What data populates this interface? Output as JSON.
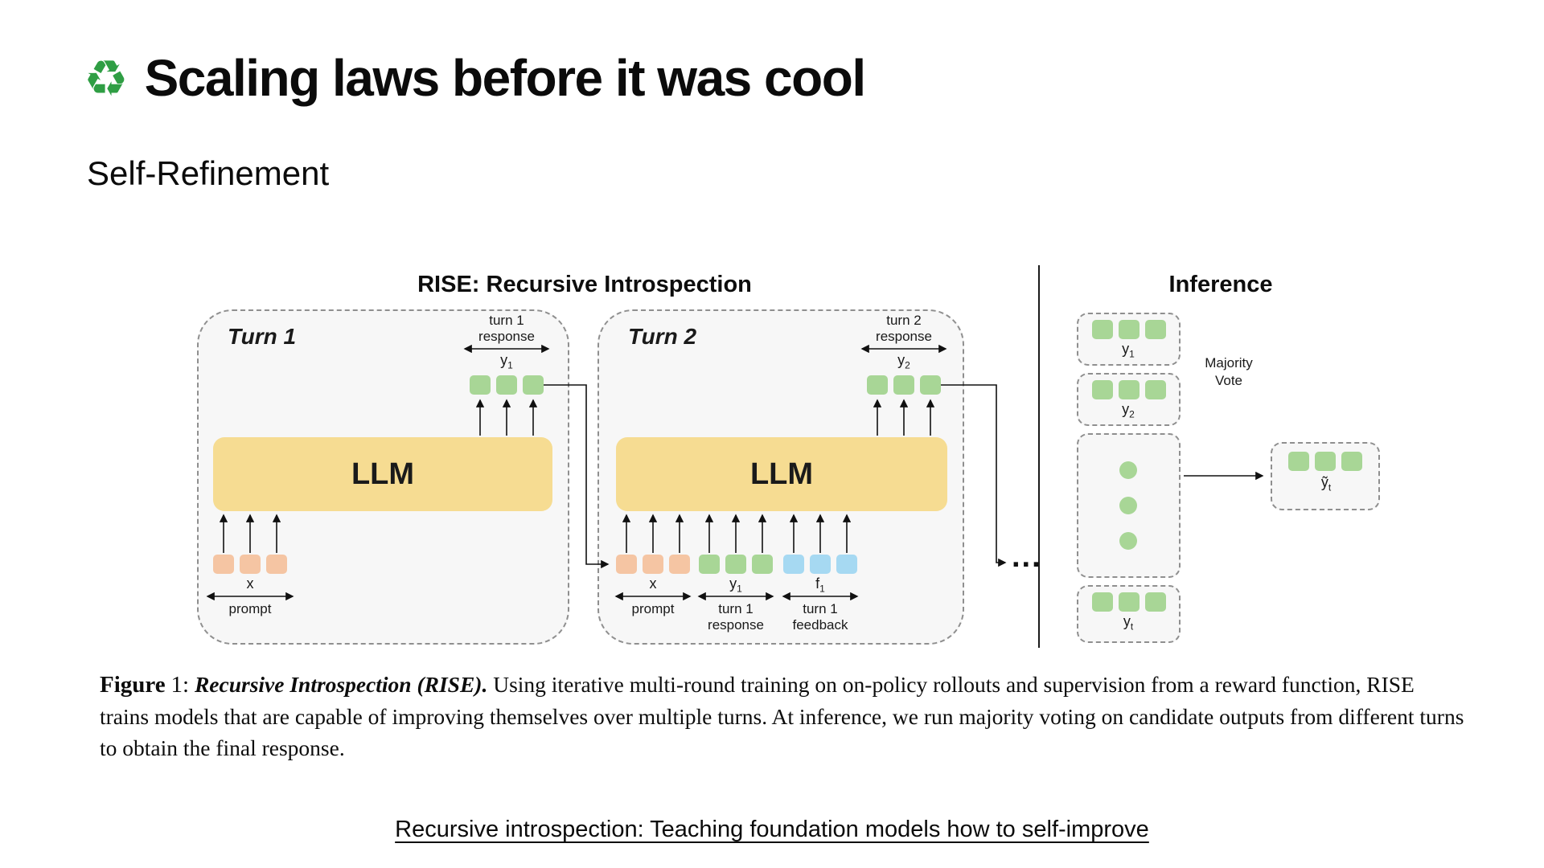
{
  "slide": {
    "title_icon": "♻",
    "title": "Scaling laws before it was cool",
    "subtitle": "Self-Refinement"
  },
  "figure": {
    "training_heading": "RISE: Recursive Introspection",
    "inference_heading": "Inference",
    "turn1": {
      "label": "Turn 1",
      "llm_label": "LLM",
      "response_caption_line1": "turn 1",
      "response_caption_line2": "response",
      "response_var": {
        "base": "y",
        "sub": "1"
      },
      "input_var": {
        "base": "x",
        "sub": ""
      },
      "input_caption": "prompt"
    },
    "turn2": {
      "label": "Turn 2",
      "llm_label": "LLM",
      "response_caption_line1": "turn 2",
      "response_caption_line2": "response",
      "response_var": {
        "base": "y",
        "sub": "2"
      },
      "inputs": [
        {
          "var": {
            "base": "x",
            "sub": ""
          },
          "caption_line1": "prompt",
          "caption_line2": ""
        },
        {
          "var": {
            "base": "y",
            "sub": "1"
          },
          "caption_line1": "turn 1",
          "caption_line2": "response"
        },
        {
          "var": {
            "base": "f",
            "sub": "1"
          },
          "caption_line1": "turn 1",
          "caption_line2": "feedback"
        }
      ]
    },
    "ellipsis": "...",
    "inference": {
      "candidate_labels": [
        {
          "base": "y",
          "sub": "1"
        },
        {
          "base": "y",
          "sub": "2"
        },
        {
          "base": "y",
          "sub": "t"
        }
      ],
      "majority_label_line1": "Majority",
      "majority_label_line2": "Vote",
      "final_var": {
        "base": "ỹ",
        "sub": "t"
      }
    }
  },
  "caption": {
    "label_bold": "Figure",
    "label_rest": "1:",
    "title": "Recursive Introspection (RISE).",
    "body": "Using iterative multi-round training on on-policy rollouts and supervision from a reward function, RISE trains models that are capable of improving themselves over multiple turns. At inference, we run majority voting on candidate outputs from different turns to obtain the final response."
  },
  "footer": {
    "link_text": "Recursive introspection: Teaching foundation models how to self-improve"
  },
  "colors": {
    "token_green": "#a8d696",
    "token_orange": "#f5c5a3",
    "token_blue": "#a6d9f2",
    "llm_yellow": "#f6dc92",
    "panel_fill": "#f7f7f7",
    "panel_border": "#8f8f8f",
    "icon_green": "#2f9e44"
  }
}
